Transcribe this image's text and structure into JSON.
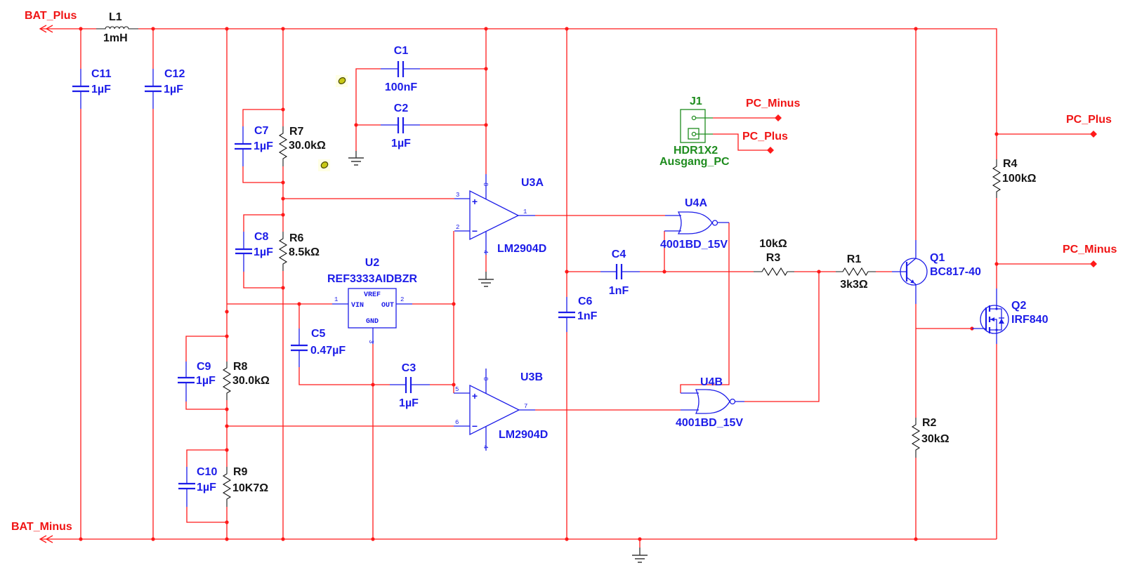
{
  "colors": {
    "wire": "#ff1a1a",
    "wire_text": "#f01414",
    "component": "#1c1ce8",
    "passive": "#141414",
    "connector": "#1e8c1e",
    "background": "#ffffff",
    "probe": "#c8c814"
  },
  "nets": {
    "bat_plus": "BAT_Plus",
    "bat_minus": "BAT_Minus",
    "j1_pc_minus": "PC_Minus",
    "j1_pc_plus": "PC_Plus",
    "out_pc_plus": "PC_Plus",
    "out_pc_minus": "PC_Minus"
  },
  "components": {
    "L1": {
      "ref": "L1",
      "value": "1mH"
    },
    "C1": {
      "ref": "C1",
      "value": "100nF"
    },
    "C2": {
      "ref": "C2",
      "value": "1µF"
    },
    "C3": {
      "ref": "C3",
      "value": "1µF"
    },
    "C4": {
      "ref": "C4",
      "value": "1nF"
    },
    "C5": {
      "ref": "C5",
      "value": "0.47µF"
    },
    "C6": {
      "ref": "C6",
      "value": "1nF"
    },
    "C7": {
      "ref": "C7",
      "value": "1µF"
    },
    "C8": {
      "ref": "C8",
      "value": "1µF"
    },
    "C9": {
      "ref": "C9",
      "value": "1µF"
    },
    "C10": {
      "ref": "C10",
      "value": "1µF"
    },
    "C11": {
      "ref": "C11",
      "value": "1µF"
    },
    "C12": {
      "ref": "C12",
      "value": "1µF"
    },
    "R1": {
      "ref": "R1",
      "value": "3k3Ω"
    },
    "R2": {
      "ref": "R2",
      "value": "30kΩ"
    },
    "R3": {
      "ref": "R3",
      "value": "10kΩ"
    },
    "R4": {
      "ref": "R4",
      "value": "100kΩ"
    },
    "R6": {
      "ref": "R6",
      "value": "8.5kΩ"
    },
    "R7": {
      "ref": "R7",
      "value": "30.0kΩ"
    },
    "R8": {
      "ref": "R8",
      "value": "30.0kΩ"
    },
    "R9": {
      "ref": "R9",
      "value": "10K7Ω"
    },
    "U2": {
      "ref": "U2",
      "part": "REF3333AIDBZR",
      "pin_labels": {
        "vref": "VREF",
        "vin": "VIN",
        "out": "OUT",
        "gnd": "GND"
      },
      "pins": {
        "vin": "1",
        "out": "2",
        "gnd": "3"
      }
    },
    "U3A": {
      "ref": "U3A",
      "part": "LM2904D",
      "pins": {
        "in_plus": "3",
        "in_minus": "2",
        "out": "1",
        "vcc": "8",
        "gnd": "4"
      }
    },
    "U3B": {
      "ref": "U3B",
      "part": "LM2904D",
      "pins": {
        "in_plus": "5",
        "in_minus": "6",
        "out": "7",
        "vcc": "8",
        "gnd": "4"
      }
    },
    "U4A": {
      "ref": "U4A",
      "part": "4001BD_15V"
    },
    "U4B": {
      "ref": "U4B",
      "part": "4001BD_15V"
    },
    "J1": {
      "ref": "J1",
      "part": "HDR1X2",
      "value": "Ausgang_PC"
    },
    "Q1": {
      "ref": "Q1",
      "part": "BC817-40"
    },
    "Q2": {
      "ref": "Q2",
      "part": "IRF840"
    }
  },
  "opamp_symbols": {
    "plus": "+",
    "minus": "−"
  },
  "icons": {
    "offpage": "offpage-connector-icon",
    "ground": "ground-icon",
    "probe": "probe-icon",
    "port": "port-connector-icon"
  }
}
